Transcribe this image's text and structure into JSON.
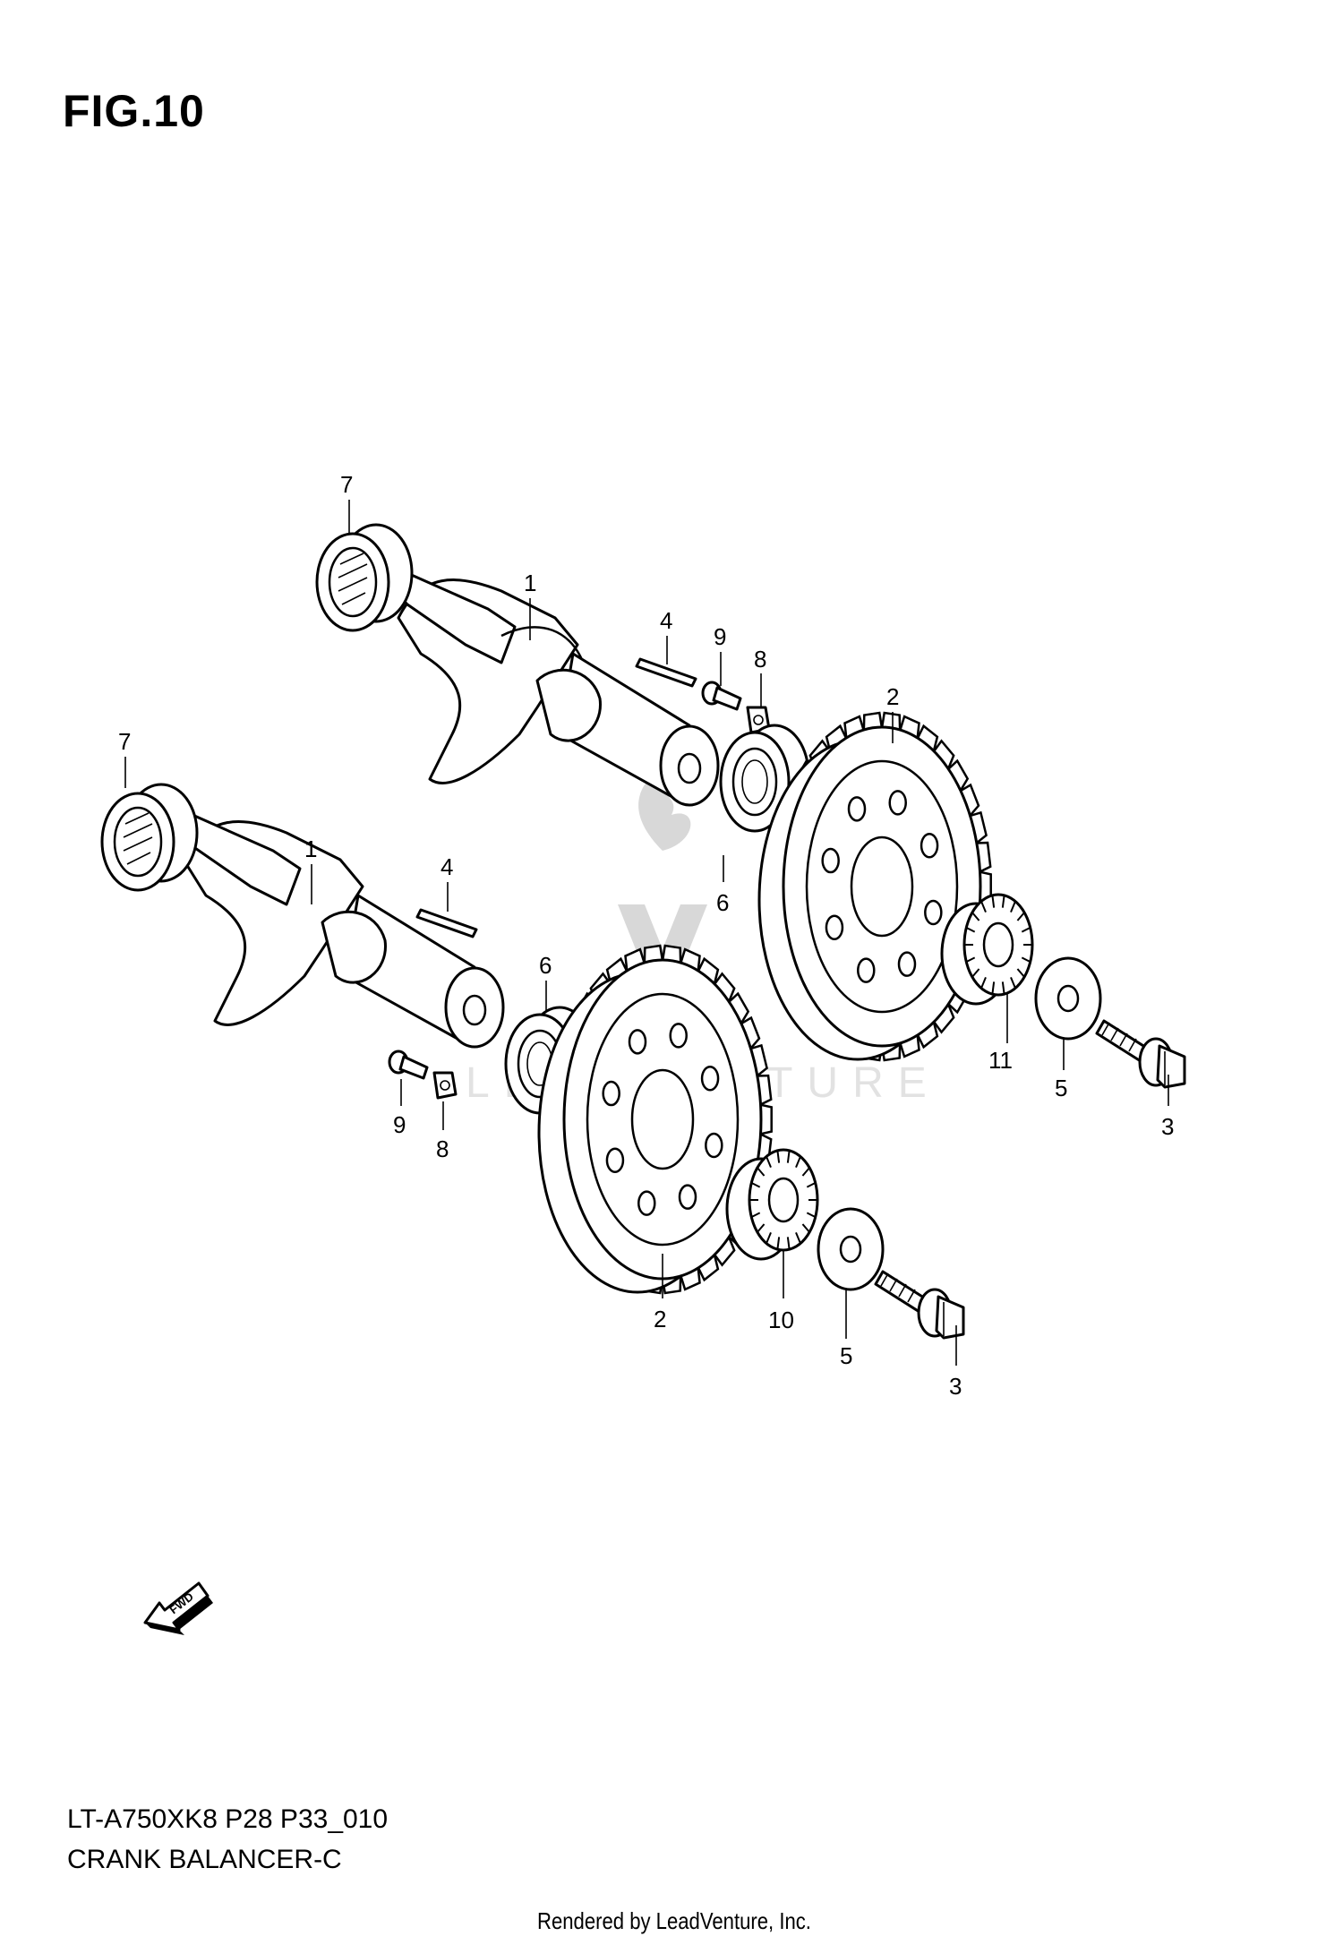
{
  "figure": {
    "title": "FIG.10",
    "model_code": "LT-A750XK8 P28 P33_010",
    "diagram_name": "CRANK BALANCER-C",
    "rendered_by": "Rendered by LeadVenture, Inc.",
    "watermark": "LEADVENTURE",
    "fwd_label": "FWD"
  },
  "callouts": {
    "c1a": "1",
    "c1b": "1",
    "c2a": "2",
    "c2b": "2",
    "c3a": "3",
    "c3b": "3",
    "c4a": "4",
    "c4b": "4",
    "c5a": "5",
    "c5b": "5",
    "c6a": "6",
    "c6b": "6",
    "c7a": "7",
    "c7b": "7",
    "c8a": "8",
    "c8b": "8",
    "c9a": "9",
    "c9b": "9",
    "c10": "10",
    "c11": "11"
  },
  "colors": {
    "line": "#000000",
    "background": "#ffffff",
    "watermark": "#d8d8d8"
  }
}
